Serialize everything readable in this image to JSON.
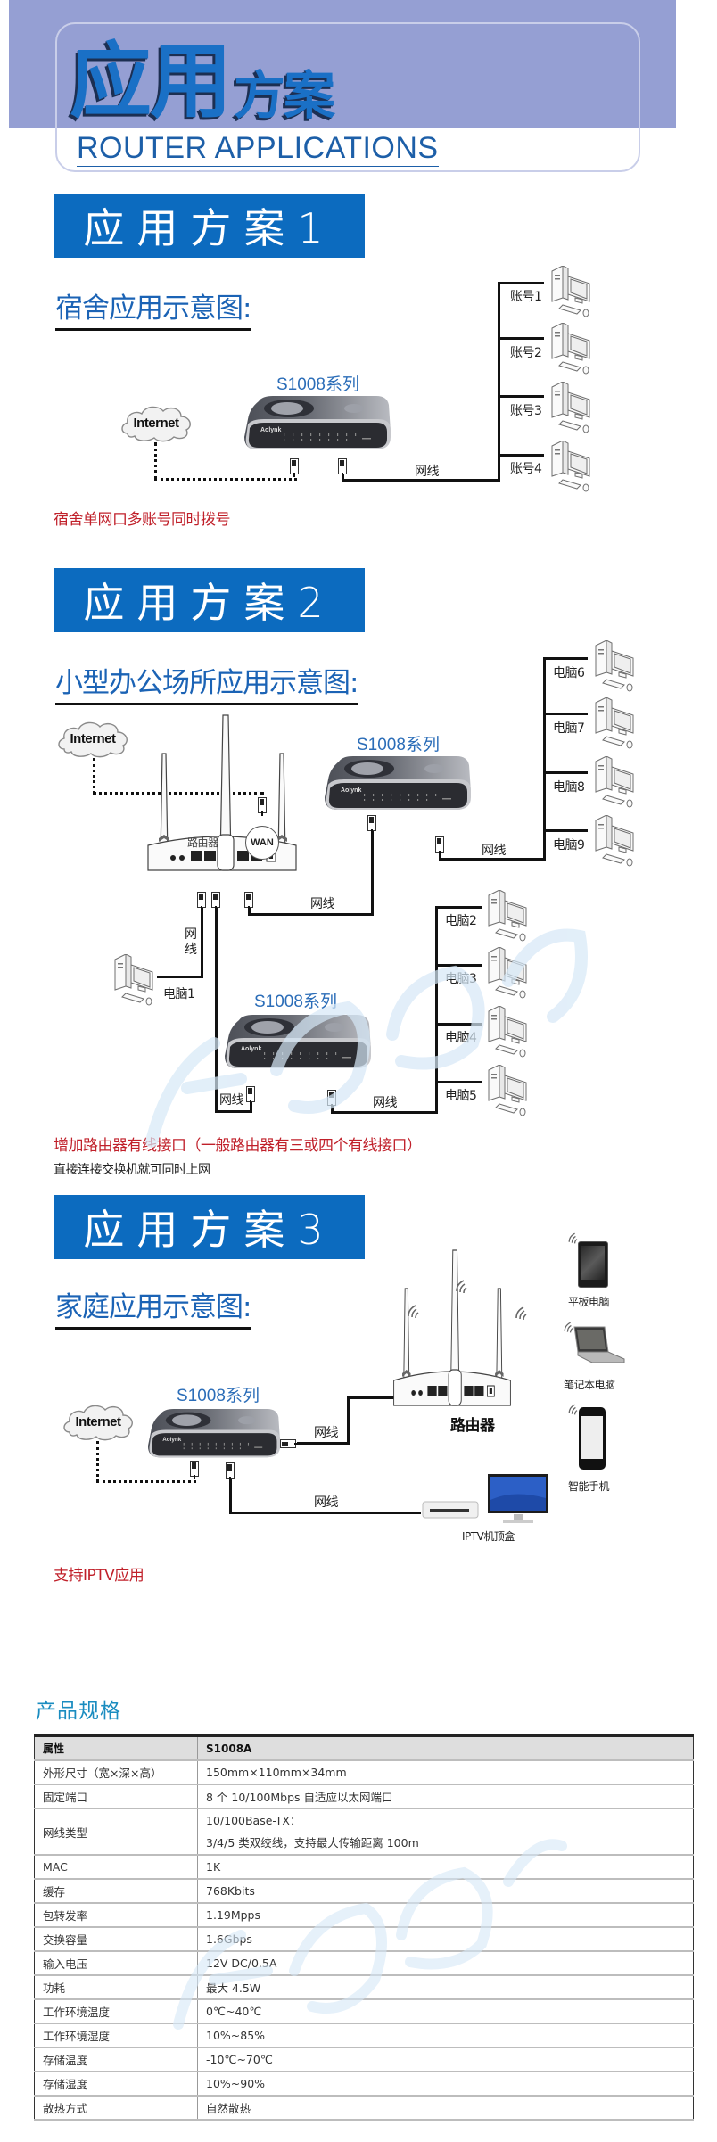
{
  "header": {
    "title_big": "应用",
    "title_small": "方案",
    "subtitle_en": "ROUTER APPLICATIONS"
  },
  "colors": {
    "band": "#959fd3",
    "banner": "#0c6bbf",
    "subtitle_blue": "#1b63b5",
    "note_red": "#c0202a",
    "spec_title": "#1a8cc0"
  },
  "sections": [
    {
      "banner": "应用方案1",
      "subtitle": "宿舍应用示意图:",
      "switch_series": "S1008系列",
      "switch_brand": "Aolynk",
      "cloud": "Internet",
      "cable": "网线",
      "clients": [
        "账号1",
        "账号2",
        "账号3",
        "账号4"
      ],
      "note_red": "宿舍单网口多账号同时拨号"
    },
    {
      "banner": "应用方案2",
      "subtitle": "小型办公场所应用示意图:",
      "cloud": "Internet",
      "router_label": "路由器",
      "wan_label": "WAN",
      "switch_series_top": "S1008系列",
      "switch_series_bottom": "S1008系列",
      "switch_brand": "Aolynk",
      "cable": "网线",
      "cable_vertical": [
        "网",
        "线"
      ],
      "pc1": "电脑1",
      "clients_top": [
        "电脑6",
        "电脑7",
        "电脑8",
        "电脑9"
      ],
      "clients_bottom": [
        "电脑2",
        "电脑3",
        "电脑4",
        "电脑5"
      ],
      "note_red": "增加路由器有线接口（一般路由器有三或四个有线接口）",
      "note_black": "直接连接交换机就可同时上网"
    },
    {
      "banner": "应用方案3",
      "subtitle": "家庭应用示意图:",
      "cloud": "Internet",
      "switch_series": "S1008系列",
      "switch_brand": "Aolynk",
      "router_label": "路由器",
      "cable": "网线",
      "devices": [
        "平板电脑",
        "笔记本电脑",
        "智能手机"
      ],
      "iptv_label": "IPTV机顶盒",
      "note_red": "支持IPTV应用"
    }
  ],
  "specs": {
    "title": "产品规格",
    "header": [
      "属性",
      "S1008A"
    ],
    "rows": [
      {
        "k": "外形尺寸（宽×深×高）",
        "v": "150mm×110mm×34mm"
      },
      {
        "k": "固定端口",
        "v": "8 个 10/100Mbps 自适应以太网端口"
      },
      {
        "k": "网线类型",
        "v": "10/100Base-TX：",
        "v2": "3/4/5 类双绞线，支持最大传输距离 100m"
      },
      {
        "k": "MAC",
        "v": "1K"
      },
      {
        "k": "缓存",
        "v": "768Kbits"
      },
      {
        "k": "包转发率",
        "v": "1.19Mpps"
      },
      {
        "k": "交换容量",
        "v": "1.6Gbps"
      },
      {
        "k": "输入电压",
        "v": "12V DC/0.5A"
      },
      {
        "k": "功耗",
        "v": "最大 4.5W"
      },
      {
        "k": "工作环境温度",
        "v": "0℃~40℃"
      },
      {
        "k": "工作环境湿度",
        "v": "10%~85%"
      },
      {
        "k": "存储温度",
        "v": "-10℃~70℃"
      },
      {
        "k": "存储湿度",
        "v": "10%~90%"
      },
      {
        "k": "散热方式",
        "v": "自然散热"
      }
    ]
  }
}
